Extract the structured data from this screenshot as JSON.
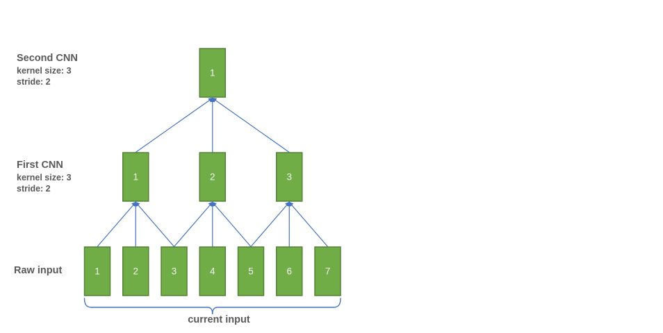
{
  "colors": {
    "box_fill": "#70AD47",
    "box_border": "#538135",
    "box_text": "#F2F2F2",
    "arrow": "#4472C4",
    "label_text": "#595959"
  },
  "layers": [
    {
      "id": "second-cnn",
      "label": "Second CNN",
      "details": [
        "kernel size: 3",
        "stride: 2"
      ],
      "boxes": [
        "1"
      ]
    },
    {
      "id": "first-cnn",
      "label": "First CNN",
      "details": [
        "kernel size: 3",
        "stride: 2"
      ],
      "boxes": [
        "1",
        "2",
        "3"
      ]
    },
    {
      "id": "raw-input",
      "label": "Raw input",
      "details": [],
      "boxes": [
        "1",
        "2",
        "3",
        "4",
        "5",
        "6",
        "7"
      ]
    }
  ],
  "connections": [
    {
      "from": [
        "raw-input",
        0
      ],
      "to": [
        "first-cnn",
        0
      ]
    },
    {
      "from": [
        "raw-input",
        1
      ],
      "to": [
        "first-cnn",
        0
      ]
    },
    {
      "from": [
        "raw-input",
        2
      ],
      "to": [
        "first-cnn",
        0
      ]
    },
    {
      "from": [
        "raw-input",
        2
      ],
      "to": [
        "first-cnn",
        1
      ]
    },
    {
      "from": [
        "raw-input",
        3
      ],
      "to": [
        "first-cnn",
        1
      ]
    },
    {
      "from": [
        "raw-input",
        4
      ],
      "to": [
        "first-cnn",
        1
      ]
    },
    {
      "from": [
        "raw-input",
        4
      ],
      "to": [
        "first-cnn",
        2
      ]
    },
    {
      "from": [
        "raw-input",
        5
      ],
      "to": [
        "first-cnn",
        2
      ]
    },
    {
      "from": [
        "raw-input",
        6
      ],
      "to": [
        "first-cnn",
        2
      ]
    },
    {
      "from": [
        "first-cnn",
        0
      ],
      "to": [
        "second-cnn",
        0
      ]
    },
    {
      "from": [
        "first-cnn",
        1
      ],
      "to": [
        "second-cnn",
        0
      ]
    },
    {
      "from": [
        "first-cnn",
        2
      ],
      "to": [
        "second-cnn",
        0
      ]
    }
  ],
  "bracket": {
    "label": "current input"
  }
}
